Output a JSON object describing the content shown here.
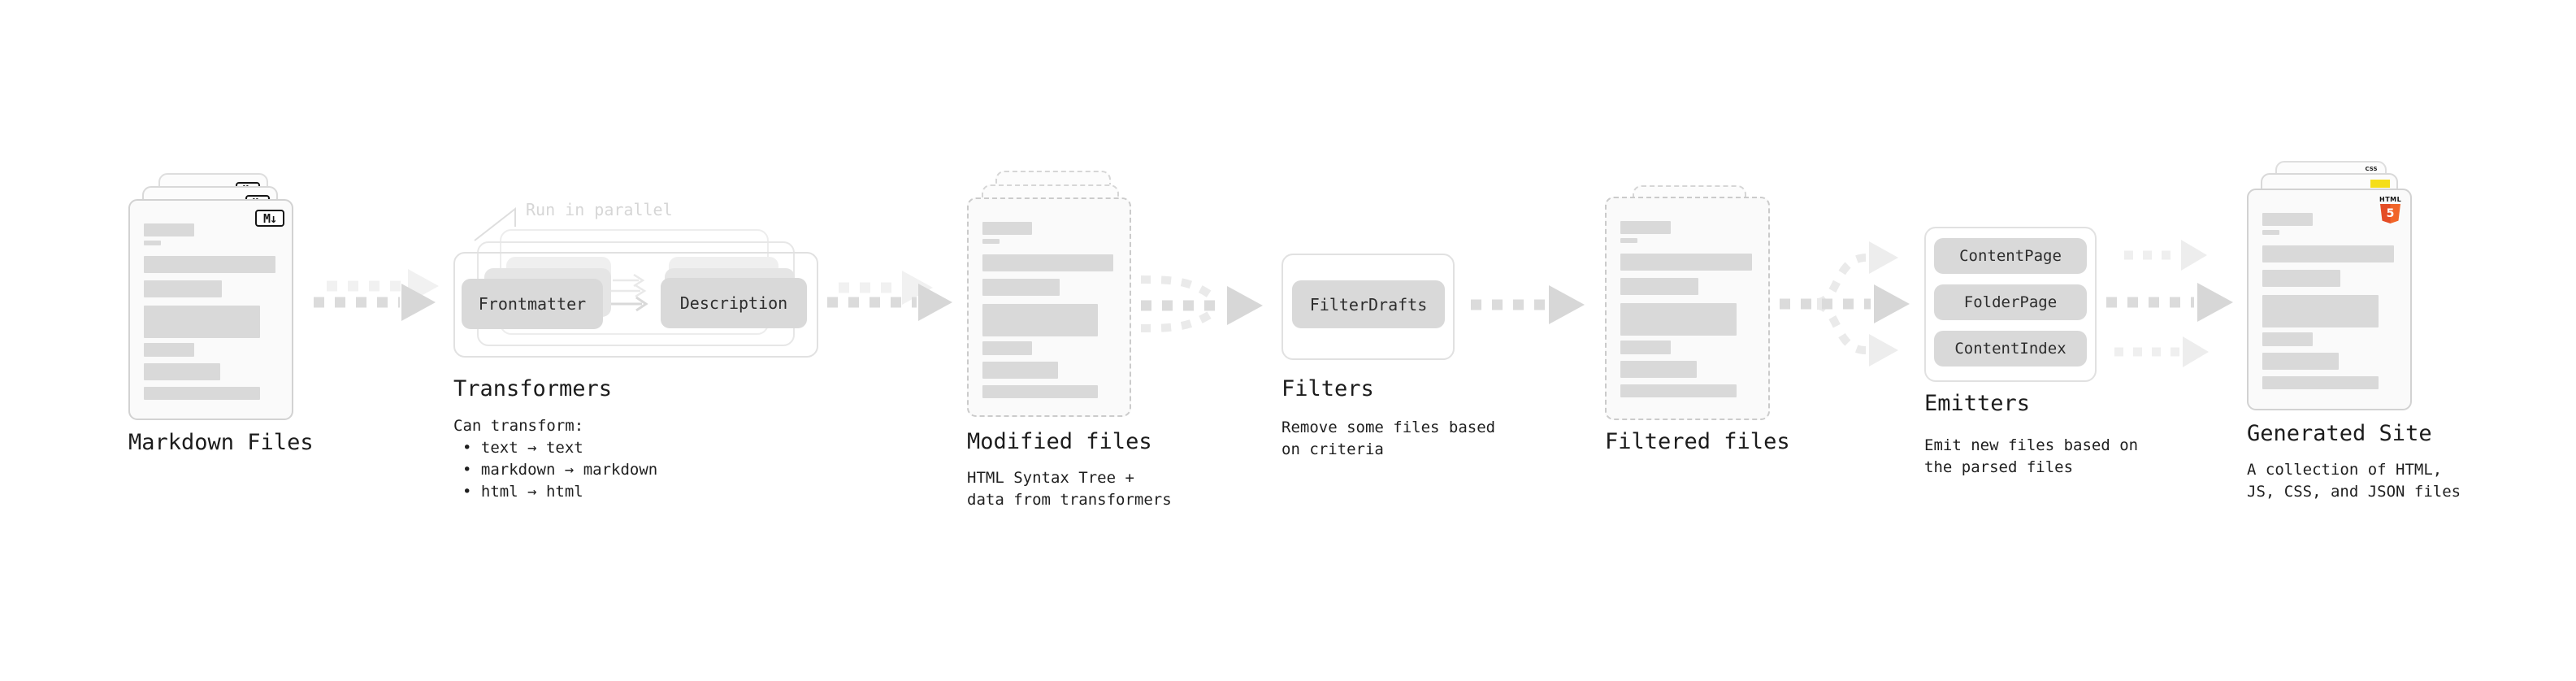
{
  "markdown_files": {
    "title": "Markdown Files",
    "icon_label": "M↓"
  },
  "transformers": {
    "annotation": "Run in parallel",
    "pills": [
      "Frontmatter",
      "Description"
    ],
    "title": "Transformers",
    "description_heading": "Can transform:",
    "bullets": [
      "• text → text",
      "• markdown → markdown",
      "• html → html"
    ]
  },
  "modified_files": {
    "title": "Modified files",
    "subtitle": [
      "HTML Syntax Tree +",
      "data from transformers"
    ]
  },
  "filters": {
    "pills": [
      "FilterDrafts"
    ],
    "title": "Filters",
    "subtitle": [
      "Remove some files based",
      "on criteria"
    ]
  },
  "filtered_files": {
    "title": "Filtered files"
  },
  "emitters": {
    "pills": [
      "ContentPage",
      "FolderPage",
      "ContentIndex"
    ],
    "title": "Emitters",
    "subtitle": [
      "Emit new files based on",
      "the parsed files"
    ]
  },
  "generated_site": {
    "title": "Generated Site",
    "subtitle": [
      "A collection of HTML,",
      "JS, CSS, and JSON files"
    ],
    "badges": {
      "css": "CSS",
      "html": "HTML",
      "html5_number": "5"
    }
  },
  "colors": {
    "html5_orange": "#e44d26",
    "js_yellow": "#f5de19",
    "css_blue": "#2d6ff1",
    "placeholder_bar": "#d9d9d9",
    "arrow_gray": "#dbdbdb"
  }
}
